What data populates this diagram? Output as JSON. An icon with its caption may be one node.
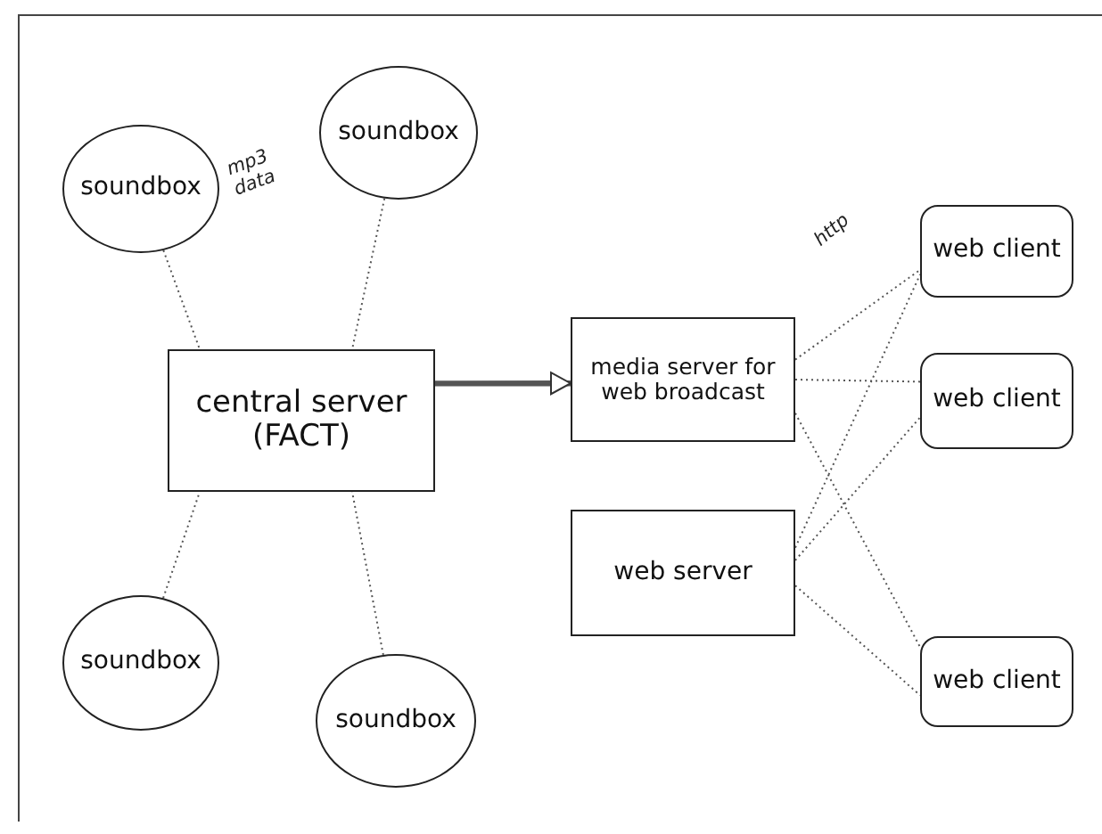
{
  "diagram": {
    "nodes": [
      {
        "text": [
          "soundbox"
        ]
      },
      {
        "text": [
          "soundbox"
        ]
      },
      {
        "text": [
          "web client"
        ]
      },
      {
        "text": [
          "central server (FACT)"
        ]
      },
      {
        "text": [
          "media server for web broadcast"
        ]
      },
      {
        "text": [
          "web client"
        ]
      },
      {
        "text": [
          "web server"
        ]
      },
      {
        "text": [
          "soundbox"
        ]
      },
      {
        "text": [
          "soundbox"
        ]
      },
      {
        "text": [
          "web client"
        ]
      }
    ],
    "edges": [
      {
        "from": 1,
        "to": 3,
        "arrow": "none",
        "label": "mp3 data",
        "style": "dashed"
      },
      {
        "from": 0,
        "to": 3,
        "arrow": "none",
        "style": "dashed"
      },
      {
        "from": 7,
        "to": 3,
        "arrow": "none",
        "style": "dashed"
      },
      {
        "from": 8,
        "to": 3,
        "arrow": "none",
        "style": "dashed"
      },
      {
        "from": 3,
        "to": 4,
        "arrow": "to",
        "style": "thick"
      },
      {
        "from": 4,
        "to": 2,
        "arrow": "none",
        "label": "http",
        "style": "dashed"
      },
      {
        "from": 4,
        "to": 5,
        "arrow": "none",
        "style": "dashed"
      },
      {
        "from": 4,
        "to": 9,
        "arrow": "none",
        "style": "dashed"
      },
      {
        "from": 6,
        "to": 2,
        "arrow": "none",
        "style": "dashed"
      },
      {
        "from": 6,
        "to": 5,
        "arrow": "none",
        "style": "dashed"
      },
      {
        "from": 6,
        "to": 9,
        "arrow": "none",
        "style": "dashed"
      }
    ]
  }
}
